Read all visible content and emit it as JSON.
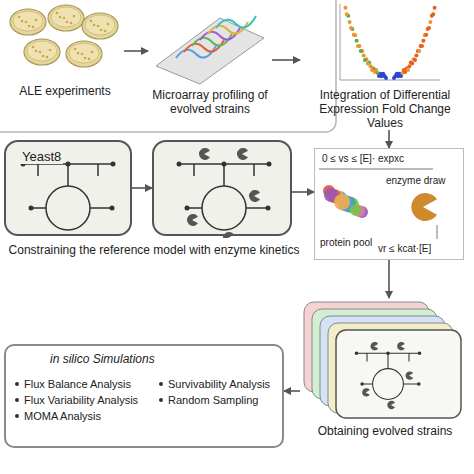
{
  "diagram": {
    "nodes": [
      {
        "text": [
          "ALE experiments"
        ]
      },
      {
        "text": [
          "Microarray profiling of evolved strains"
        ]
      },
      {
        "text": [
          "Integration of Differential Expression Fold Change Values"
        ]
      },
      {
        "text": [
          "Yeast8"
        ]
      },
      {
        "text": [
          "Constraining the reference model with enzyme kinetics"
        ]
      },
      {
        "text": [
          "0 ≤ vs ≤ [E]· expxc",
          "enzyme draw",
          "protein pool",
          "vr ≤ kcat·[E]"
        ]
      },
      {
        "text": [
          "Obtaining evolved strains"
        ]
      },
      {
        "text": [
          "in silico Simulations",
          "Flux Balance Analysis",
          "Flux Variability Analysis",
          "MOMA Analysis",
          "Survivability Analysis",
          "Random Sampling"
        ]
      }
    ],
    "edges": [
      {
        "from": 0,
        "to": 1,
        "arrow": "to"
      },
      {
        "from": 1,
        "to": 2,
        "arrow": "to"
      },
      {
        "from": 2,
        "to": 5,
        "arrow": "to"
      },
      {
        "from": 3,
        "to": 4,
        "arrow": "to"
      },
      {
        "from": 4,
        "to": 5,
        "arrow": "to"
      },
      {
        "from": 5,
        "to": 6,
        "arrow": "to"
      },
      {
        "from": 6,
        "to": 7,
        "arrow": "to"
      }
    ]
  }
}
